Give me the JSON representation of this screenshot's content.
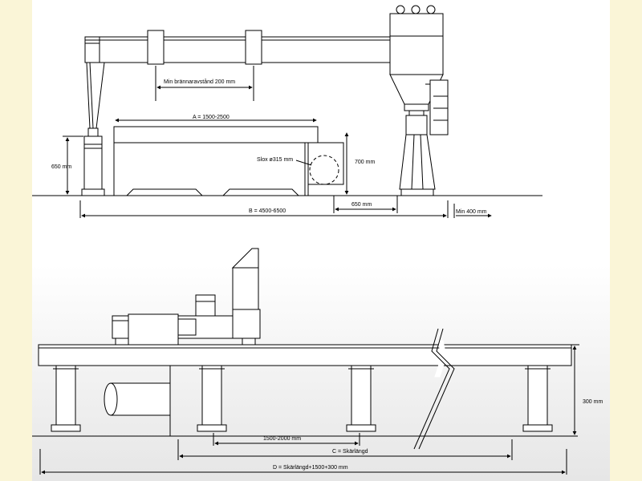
{
  "diagram": {
    "top_view_labels": {
      "min_burner_distance": "Min brännaravstånd 200 mm",
      "dim_a": "A = 1500-2500",
      "dim_650_vertical": "650 mm",
      "dim_700": "700 mm",
      "hose": "Slox ø315 mm",
      "dim_650_horizontal": "650 mm",
      "dim_b": "B = 4500-6500",
      "dim_min_400": "Min 400 mm"
    },
    "bottom_view_labels": {
      "dim_1500_2000": "1500-2000 mm",
      "dim_c": "C = Skärlängd",
      "dim_d": "D = Skärlängd+1500+300 mm",
      "dim_300": "300 mm"
    },
    "colors": {
      "line": "#000000",
      "page_border": "#faf5d7",
      "sheet_bottom": "#e6e6e6"
    }
  }
}
